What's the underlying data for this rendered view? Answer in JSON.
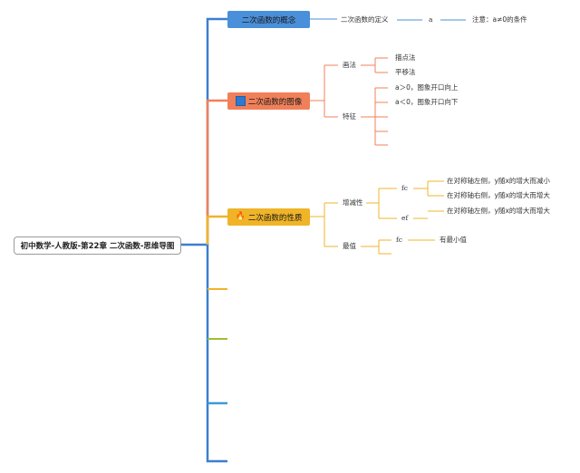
{
  "root": {
    "label": "初中数学-人教版-第22章 二次函数-思维导图"
  },
  "topics": [
    {
      "label": "二次函数的概念",
      "color": "#4a8fd9"
    },
    {
      "label": "二次函数的图像",
      "color": "#f0805a",
      "icon": "blue-square-icon"
    },
    {
      "label": "二次函数的性质",
      "color": "#f0b429",
      "icon": "fire-icon"
    }
  ],
  "concept": {
    "definition": "二次函数的定义",
    "a": "a",
    "note": "注意：a≠0的条件"
  },
  "graph": {
    "drawing": {
      "label": "画法",
      "items": [
        "描点法",
        "平移法"
      ]
    },
    "features": {
      "label": "特征",
      "items": [
        "a＞0，图象开口向上",
        "a＜0，图象开口向下"
      ]
    }
  },
  "properties": {
    "monotonic": {
      "label": "增减性",
      "fc": {
        "label": "fc",
        "items": [
          "在对称轴左侧，y随x的增大而减小",
          "在对称轴右侧，y随x的增大而增大"
        ]
      },
      "ef": {
        "label": "ef",
        "items": [
          "在对称轴左侧，y随x的增大而增大"
        ]
      }
    },
    "extreme": {
      "label": "最值",
      "fc": {
        "label": "fc",
        "items": [
          "有最小值"
        ]
      }
    }
  },
  "colors": {
    "trunk": "#3b7fd0",
    "concept": "#4a8fd9",
    "graph": "#f0805a",
    "properties": "#f0b429",
    "green": "#9bbf3a"
  }
}
